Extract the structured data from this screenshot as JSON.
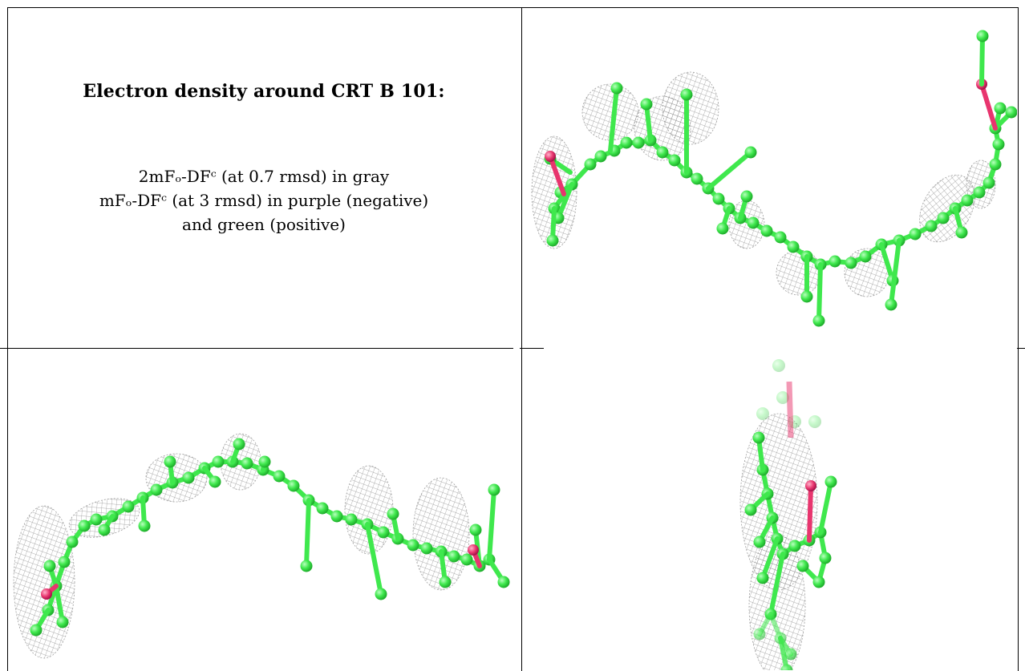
{
  "title": "Electron density around CRT B 101:",
  "legend": {
    "line1": "2mFₒ-DFᶜ (at 0.7 rmsd) in gray",
    "line2": "mFₒ-DFᶜ (at 3 rmsd) in purple (negative)",
    "line3": "and green (positive)"
  },
  "colors": {
    "carbon": "#3fe84d",
    "carbon_dark": "#1fae2c",
    "oxygen": "#e8356e",
    "mesh": "#8c8c8c",
    "border": "#000000"
  },
  "panels": [
    {
      "view": "view-1"
    },
    {
      "view": "view-2"
    },
    {
      "view": "view-3"
    }
  ]
}
